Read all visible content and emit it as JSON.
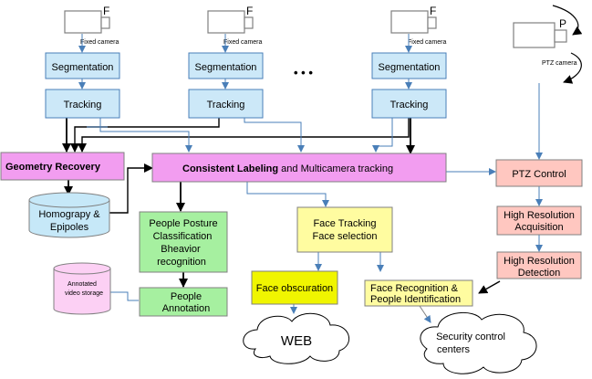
{
  "cameras": {
    "fixed_label": "Fixed camera",
    "fixed_letter": "F",
    "ptz_label": "PTZ camera",
    "ptz_letter": "P",
    "ellipsis": "• • •"
  },
  "pipeline": {
    "segmentation": "Segmentation",
    "tracking": "Tracking"
  },
  "boxes": {
    "geometry_recovery": "Geometry Recovery",
    "consistent_bold": "Consistent Labeling",
    "consistent_rest": " and Multicamera tracking",
    "homography_line1": "Homograpy &",
    "homography_line2": "Epipoles",
    "ptz_control": "PTZ Control",
    "high_res_acq_line1": "High Resolution",
    "high_res_acq_line2": "Acquisition",
    "high_res_det_line1": "High Resolution",
    "high_res_det_line2": "Detection",
    "posture_line1": "People Posture",
    "posture_line2": "Classification",
    "posture_line3": "Bheavior",
    "posture_line4": "recognition",
    "face_tracking_line1": "Face Tracking",
    "face_tracking_line2": "Face selection",
    "annotated_line1": "Annotated",
    "annotated_line2": "video storage",
    "people_annotation_line1": "People",
    "people_annotation_line2": "Annotation",
    "face_obscuration": "Face obscuration",
    "face_recognition_line1": "Face Recognition &",
    "face_recognition_line2": "People Identification"
  },
  "clouds": {
    "web": "WEB",
    "security_line1": "Security control",
    "security_line2": "centers"
  },
  "colors": {
    "light_blue": "#cce8f8",
    "magenta": "#f29df0",
    "light_green": "#a6f0a0",
    "light_yellow": "#fffca0",
    "yellow": "#f0f500",
    "salmon": "#ffc7c0",
    "cylinder_blue": "#c6e8f8",
    "cylinder_pink": "#fcd0f4",
    "arrow_blue": "#4a7fb8",
    "outline_gray": "#808080"
  }
}
